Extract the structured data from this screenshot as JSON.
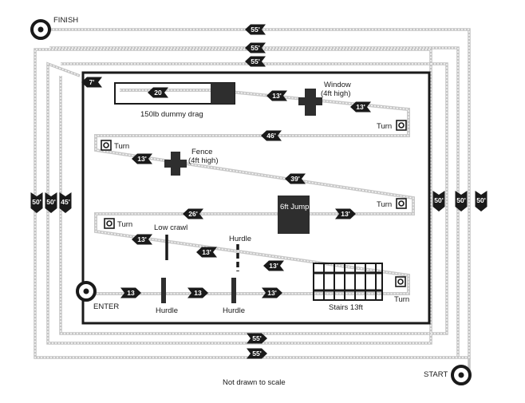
{
  "labels": {
    "finish": "FINISH",
    "start": "START",
    "enter": "ENTER",
    "dummy_drag": "150lb dummy drag",
    "window": "Window",
    "window_height": "(4ft high)",
    "fence": "Fence",
    "fence_height": "(4ft high)",
    "jump": "6ft Jump",
    "low_crawl": "Low crawl",
    "hurdle": "Hurdle",
    "stairs": "Stairs 13ft",
    "turn": "Turn",
    "footer": "Not drawn to scale"
  },
  "distances": {
    "top_1": "55'",
    "top_2": "55'",
    "top_3": "55'",
    "bottom_1": "55'",
    "bottom_2": "55'",
    "left_1": "50'",
    "left_2": "50'",
    "left_3": "45'",
    "right_1": "50'",
    "right_2": "50'",
    "right_3": "50'",
    "corner": "7'",
    "dummy": "20",
    "row1_window_right": "13'",
    "row1_window_left": "13'",
    "row2_turn": "46'",
    "row2_fence": "13'",
    "row2_long": "39'",
    "row3_jump_left": "26'",
    "row3_jump_right": "13'",
    "row4_crawl": "13'",
    "row4_hurdle": "13'",
    "row4_stairs": "13'",
    "row5_1": "13",
    "row5_2": "13",
    "row5_3": "13'"
  },
  "colors": {
    "ink": "#1a1a1a",
    "path": "#c8c8c8",
    "box_fill": "#3a3a3a"
  }
}
